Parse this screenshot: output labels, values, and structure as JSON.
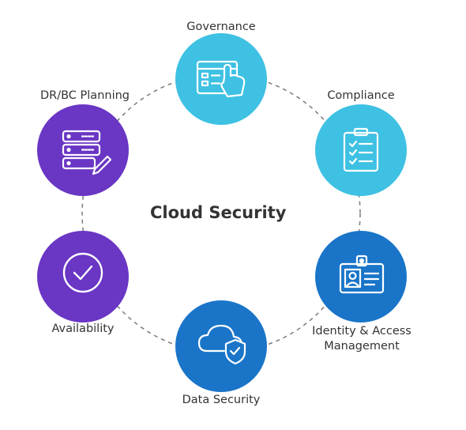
{
  "diagram": {
    "center_title": "Cloud Security",
    "nodes": [
      {
        "label": "Governance",
        "icon": "governance-icon",
        "color": "#3ec1e3"
      },
      {
        "label": "Compliance",
        "icon": "clipboard-checklist-icon",
        "color": "#3ec1e3"
      },
      {
        "label_line1": "Identity & Access",
        "label_line2": "Management",
        "icon": "id-badge-icon",
        "color": "#1a75c9"
      },
      {
        "label": "Data Security",
        "icon": "cloud-shield-icon",
        "color": "#1a75c9"
      },
      {
        "label": "Availability",
        "icon": "check-circle-icon",
        "color": "#6a36c4"
      },
      {
        "label": "DR/BC Planning",
        "icon": "server-edit-icon",
        "color": "#6a36c4"
      }
    ],
    "colors": {
      "cyan": "#3ec1e3",
      "blue": "#1a75c9",
      "purple": "#6a36c4",
      "ring": "#7a7a7a",
      "text": "#333333"
    }
  }
}
